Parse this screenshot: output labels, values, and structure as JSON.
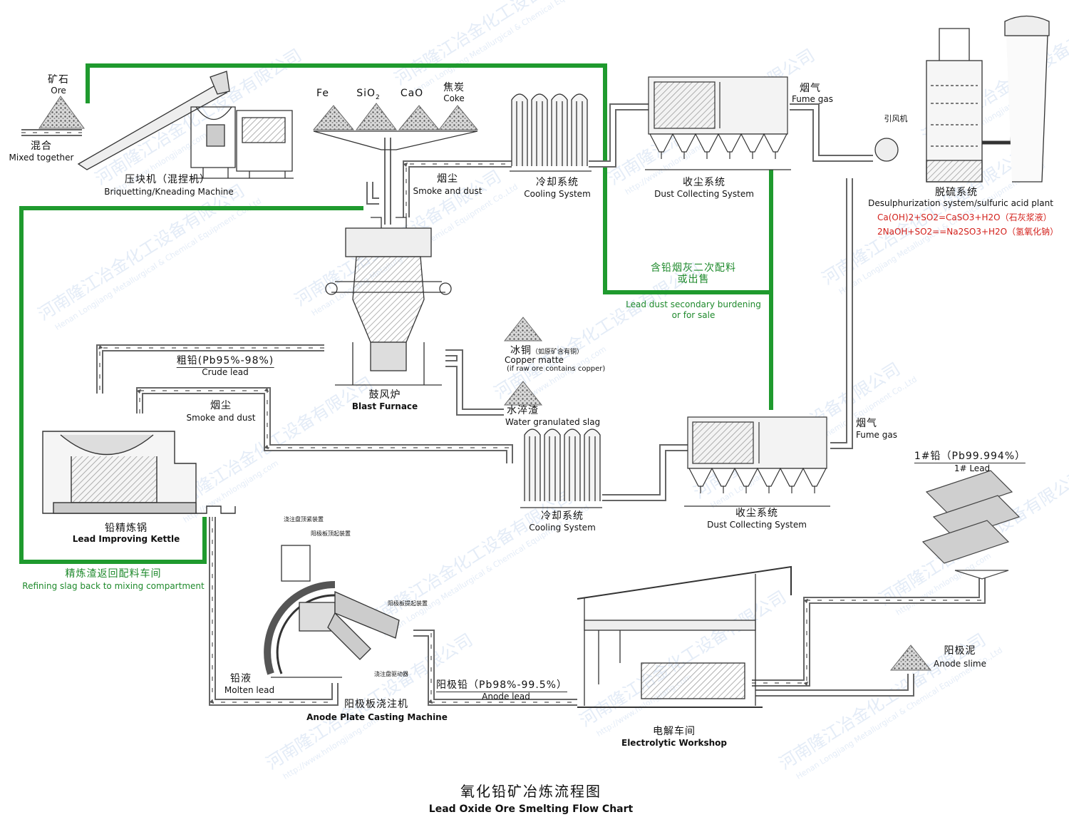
{
  "title": {
    "cn": "氧化铅矿冶炼流程图",
    "en": "Lead Oxide Ore Smelting Flow Chart"
  },
  "watermark": {
    "cn": "河南隆江冶金化工设备有限公司",
    "en": "Henan Longjiang Metallurgical & Chemical Equipment Co.,Ltd",
    "url": "http://www.hnlongjiang.com"
  },
  "colors": {
    "pipe": "#555555",
    "recycle_pipe": "#1f9a2e",
    "formula": "#d3201b",
    "watermark": "#c8d9ef"
  },
  "labels": {
    "ore": {
      "cn": "矿石",
      "en": "Ore"
    },
    "mixed": {
      "cn": "混合",
      "en": "Mixed together"
    },
    "briquetting": {
      "cn": "压块机（混捏机）",
      "en": "Briquetting/Kneading Machine"
    },
    "fe": "Fe",
    "sio2": "SiO",
    "sio2_sub": "2",
    "cao": "CaO",
    "coke": {
      "cn": "焦炭",
      "en": "Coke"
    },
    "smoke_top": {
      "cn": "烟尘",
      "en": "Smoke and dust"
    },
    "cooling_top": {
      "cn": "冷却系统",
      "en": "Cooling System"
    },
    "dust_top": {
      "cn": "收尘系统",
      "en": "Dust Collecting System"
    },
    "fume_top": {
      "cn": "烟气",
      "en": "Fume gas"
    },
    "fan": "引风机",
    "desulph": {
      "cn": "脱硫系统",
      "en": "Desulphurization system/sulfuric acid plant"
    },
    "formula1": "Ca(OH)2+SO2=CaSO3+H2O（石灰浆液）",
    "formula2": "2NaOH+SO2==Na2SO3+H2O（氢氧化钠）",
    "leaddust": {
      "cn1": "含铅烟灰二次配料",
      "cn2": "或出售",
      "en1": "Lead dust secondary burdening",
      "en2": "or for sale"
    },
    "crude": {
      "cn": "粗铅(Pb95%-98%)",
      "en": "Crude lead"
    },
    "blast": {
      "cn": "鼓风炉",
      "en": "Blast Furnace"
    },
    "matte": {
      "cn": "冰铜",
      "cn_small": "（如原矿含有铜）",
      "en": "Copper matte",
      "en2": "(if raw ore contains copper)"
    },
    "slag": {
      "cn": "水淬渣",
      "en": "Water granulated slag"
    },
    "smoke_mid": {
      "cn": "烟尘",
      "en": "Smoke and dust"
    },
    "fume_mid": {
      "cn": "烟气",
      "en": "Fume gas"
    },
    "cooling_mid": {
      "cn": "冷却系统",
      "en": "Cooling System"
    },
    "dust_mid": {
      "cn": "收尘系统",
      "en": "Dust Collecting System"
    },
    "kettle": {
      "cn": "铅精炼锅",
      "en": "Lead Improving Kettle"
    },
    "refslag": {
      "cn": "精炼渣返回配料车间",
      "en": "Refining slag back to mixing compartment"
    },
    "onelead": {
      "cn": "1#铅（Pb99.994%）",
      "en": "1# Lead"
    },
    "molten": {
      "cn": "铅液",
      "en": "Molten lead"
    },
    "casting": {
      "cn": "阳极板浇注机",
      "en": "Anode Plate Casting Machine"
    },
    "cast_parts": [
      "浇注盘顶紧装置",
      "阳极板顶起装置",
      "阳极板提起装置",
      "浇注盘驱动器"
    ],
    "anode": {
      "cn": "阳极铅（Pb98%-99.5%）",
      "en": "Anode lead"
    },
    "electro": {
      "cn": "电解车间",
      "en": "Electrolytic Workshop"
    },
    "slime": {
      "cn": "阳极泥",
      "en": "Anode slime"
    }
  }
}
